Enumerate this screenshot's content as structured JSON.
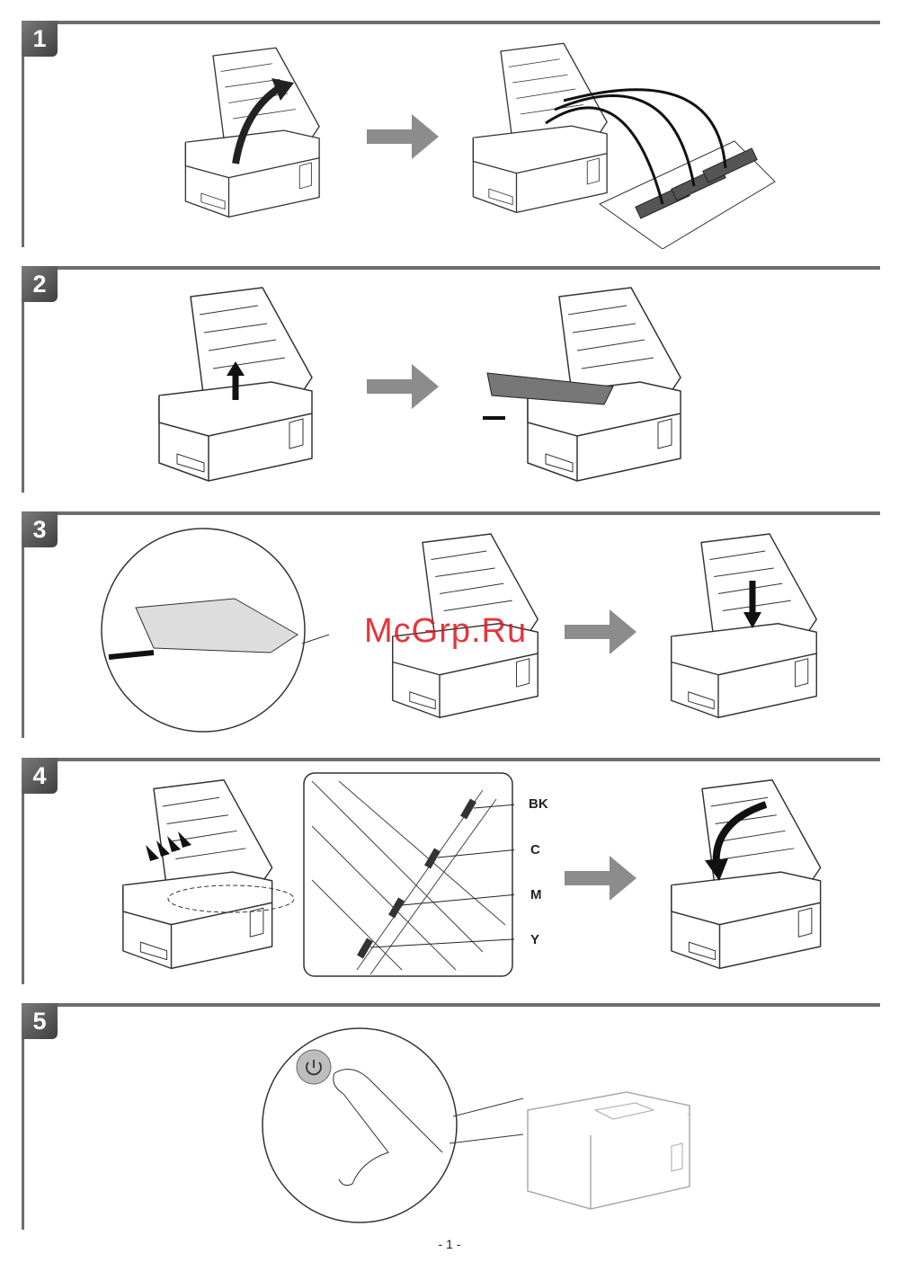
{
  "steps": [
    {
      "number": "1"
    },
    {
      "number": "2"
    },
    {
      "number": "3"
    },
    {
      "number": "4",
      "color_labels": [
        "BK",
        "C",
        "M",
        "Y"
      ]
    },
    {
      "number": "5"
    }
  ],
  "watermark": "McGrp.Ru",
  "page_number": "- 1 -",
  "colors": {
    "frame": "#6d6d6d",
    "arrow": "#8c8c8c",
    "watermark": "#e0141e"
  }
}
